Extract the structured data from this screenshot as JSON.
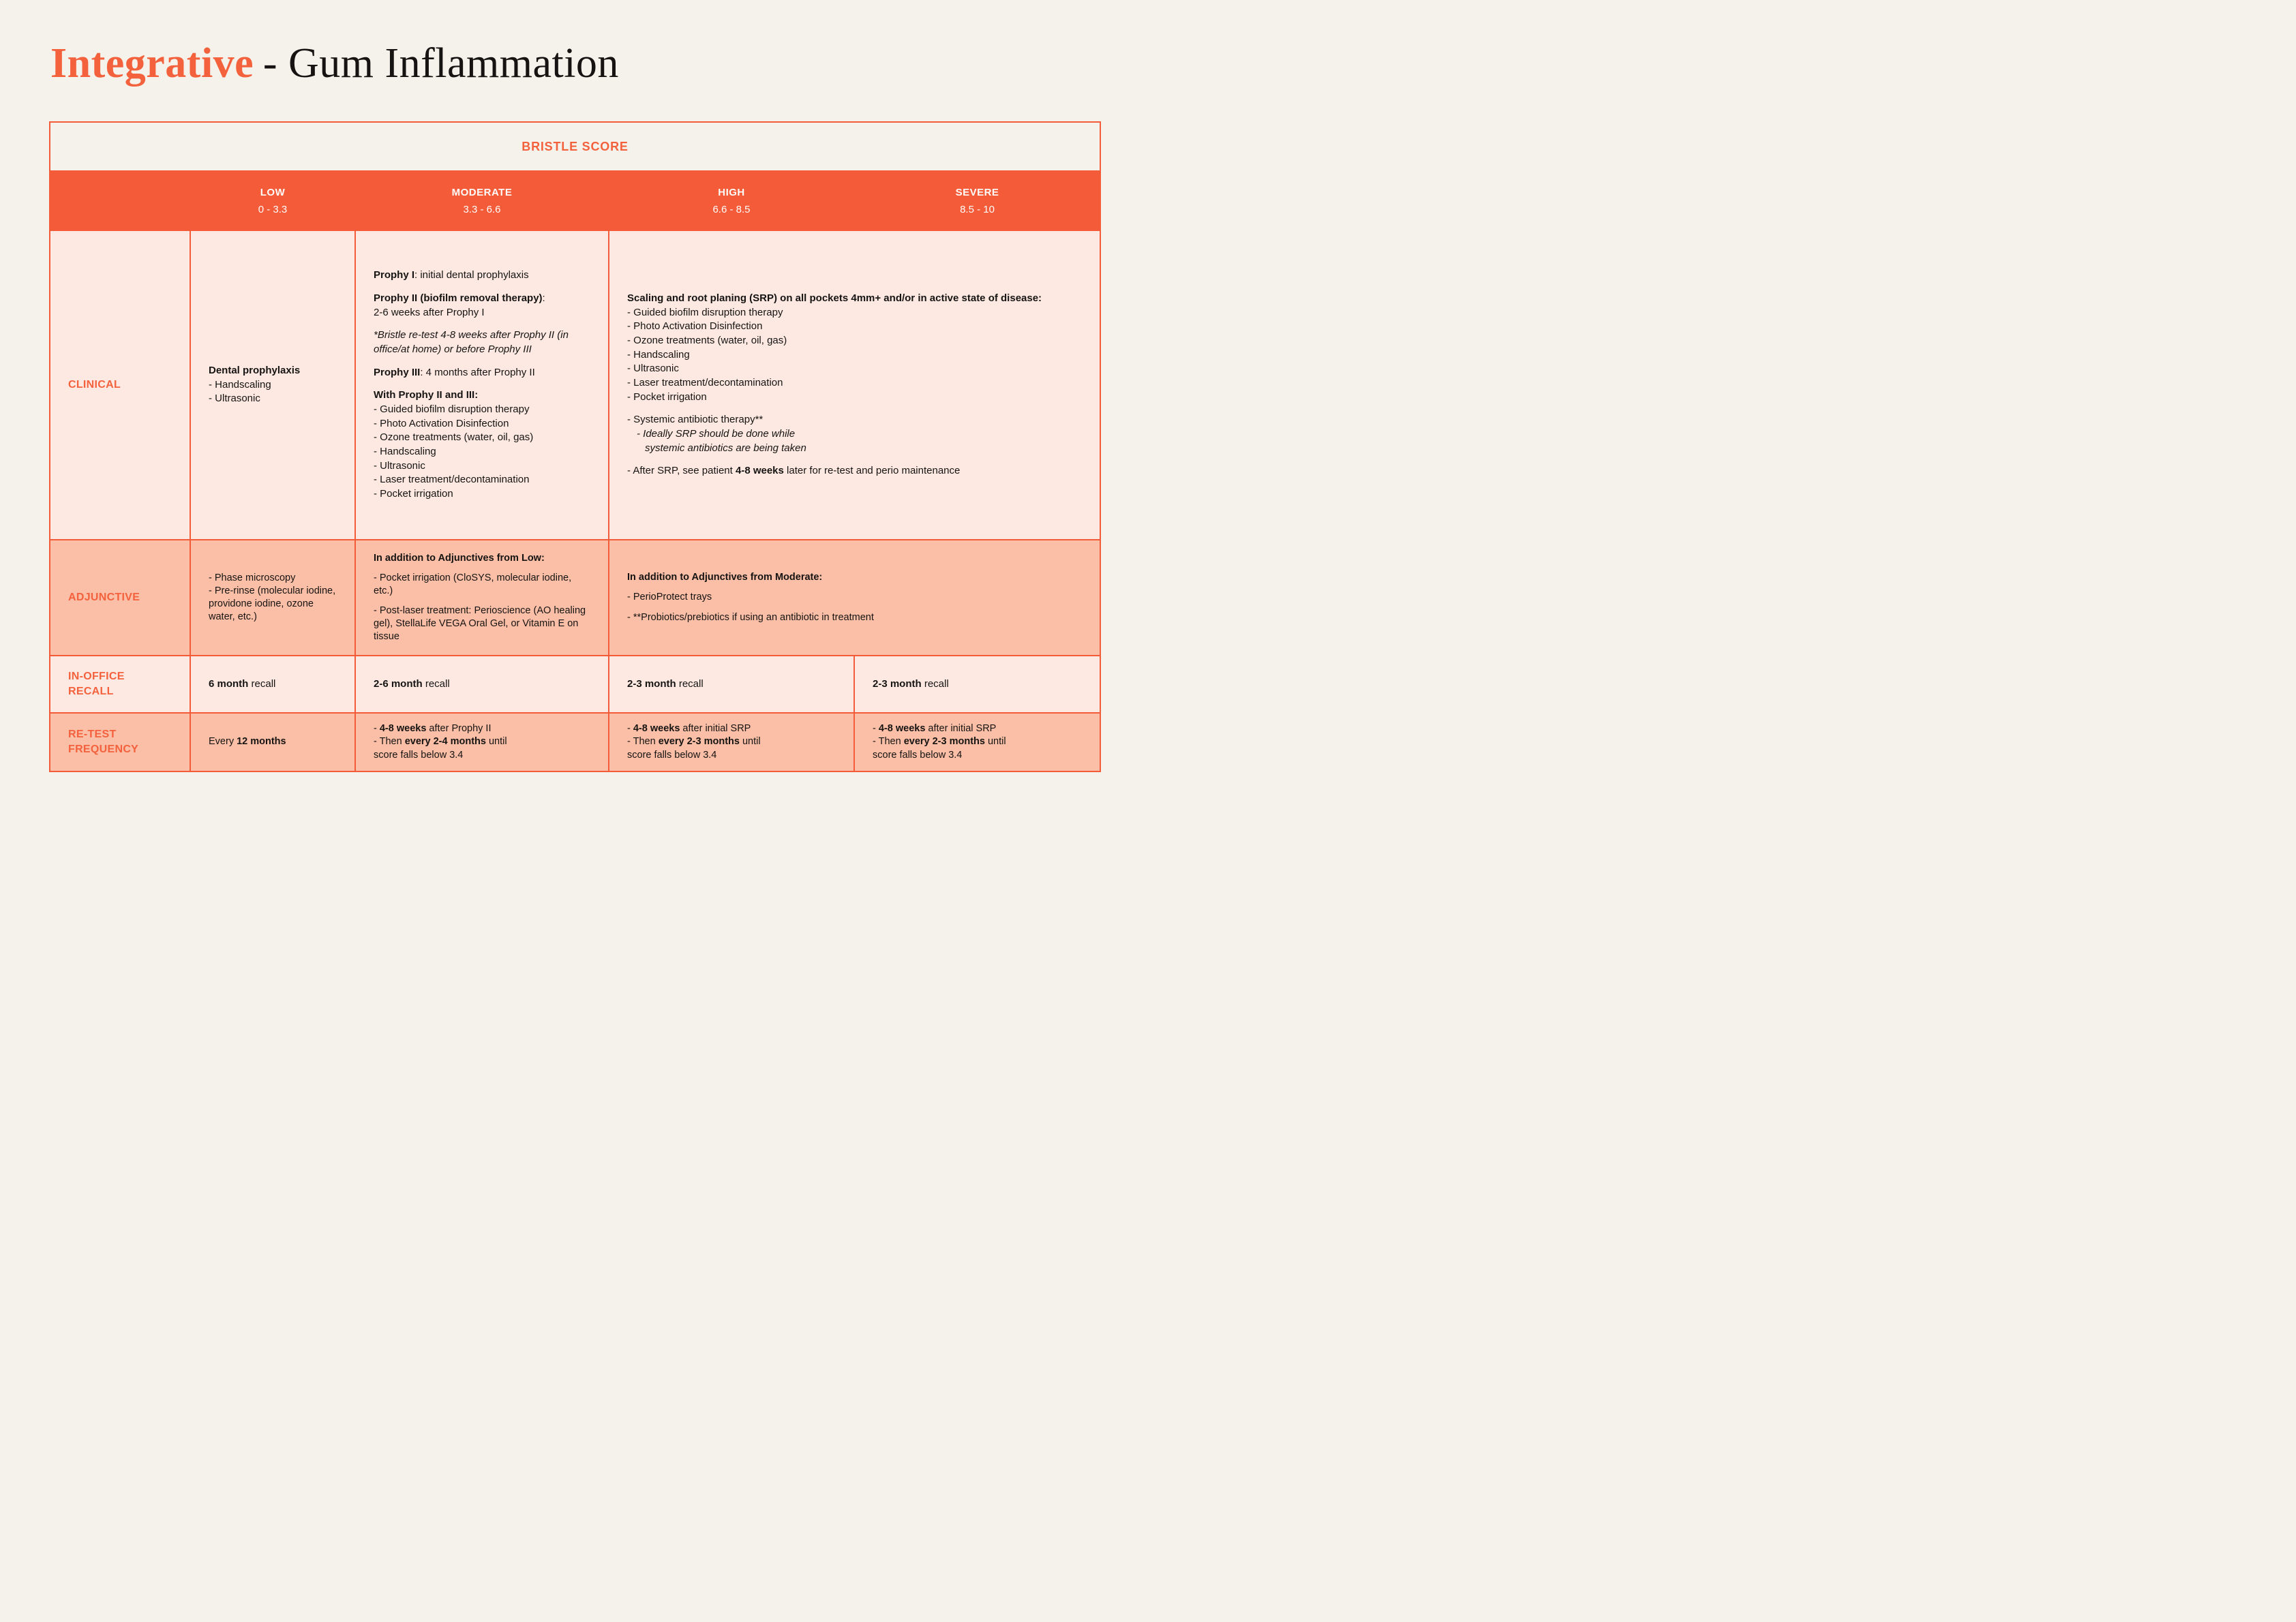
{
  "title": {
    "accent": "Integrative",
    "main": "- Gum Inflammation"
  },
  "colors": {
    "accent_orange": "#F45B38",
    "label_orange": "#F4613D",
    "cream_background": "#F4F2EA",
    "light_pink_row": "#FDE9E2",
    "salmon_row": "#FBBEA6",
    "header_text": "#FFFDFB",
    "body_text": "#161412"
  },
  "table": {
    "header": "BRISTLE SCORE",
    "columns": [
      {
        "label": "LOW",
        "range": "0 - 3.3"
      },
      {
        "label": "MODERATE",
        "range": "3.3 - 6.6"
      },
      {
        "label": "HIGH",
        "range": "6.6 - 8.5"
      },
      {
        "label": "SEVERE",
        "range": "8.5 - 10"
      }
    ],
    "rows": {
      "clinical": {
        "label": "CLINICAL"
      },
      "adjunctive": {
        "label": "ADJUNCTIVE"
      },
      "recall": {
        "label": "IN-OFFICE RECALL"
      },
      "retest": {
        "label": "RE-TEST FREQUENCY"
      }
    }
  },
  "cells": {
    "clinical_low": {
      "blocks": [
        {
          "lines": [
            {
              "s": [
                [
                  "Dental prophylaxis",
                  "b"
                ]
              ]
            },
            {
              "s": [
                [
                  "- Handscaling",
                  ""
                ]
              ]
            },
            {
              "s": [
                [
                  "- Ultrasonic",
                  ""
                ]
              ]
            }
          ]
        }
      ]
    },
    "clinical_moderate": {
      "blocks": [
        {
          "lines": [
            {
              "s": [
                [
                  "Prophy I",
                  "b"
                ],
                [
                  ": initial dental prophylaxis",
                  ""
                ]
              ]
            }
          ]
        },
        {
          "lines": [
            {
              "s": [
                [
                  "Prophy II (biofilm removal therapy)",
                  "b"
                ],
                [
                  ":",
                  ""
                ]
              ]
            },
            {
              "s": [
                [
                  "2-6 weeks after Prophy I",
                  ""
                ]
              ]
            }
          ]
        },
        {
          "lines": [
            {
              "s": [
                [
                  "*Bristle re-test 4-8 weeks after Prophy II (in office/at home) or before Prophy III",
                  "i"
                ]
              ]
            }
          ]
        },
        {
          "lines": [
            {
              "s": [
                [
                  "Prophy III",
                  "b"
                ],
                [
                  ": 4 months after Prophy II",
                  ""
                ]
              ]
            }
          ]
        },
        {
          "lines": [
            {
              "s": [
                [
                  "With Prophy II and III:",
                  "b"
                ]
              ]
            },
            {
              "s": [
                [
                  "- Guided biofilm disruption therapy",
                  ""
                ]
              ]
            },
            {
              "s": [
                [
                  "- Photo Activation Disinfection",
                  ""
                ]
              ]
            },
            {
              "s": [
                [
                  "- Ozone treatments (water, oil, gas)",
                  ""
                ]
              ]
            },
            {
              "s": [
                [
                  "- Handscaling",
                  ""
                ]
              ]
            },
            {
              "s": [
                [
                  "- Ultrasonic",
                  ""
                ]
              ]
            },
            {
              "s": [
                [
                  "- Laser treatment/decontamination",
                  ""
                ]
              ]
            },
            {
              "s": [
                [
                  "- Pocket irrigation",
                  ""
                ]
              ]
            }
          ]
        }
      ]
    },
    "clinical_high_severe": {
      "blocks": [
        {
          "lines": [
            {
              "s": [
                [
                  "Scaling and root planing (SRP) on all pockets 4mm+ and/or in active state of disease:",
                  "b"
                ]
              ]
            },
            {
              "s": [
                [
                  "- Guided biofilm disruption therapy",
                  ""
                ]
              ]
            },
            {
              "s": [
                [
                  "- Photo Activation Disinfection",
                  ""
                ]
              ]
            },
            {
              "s": [
                [
                  "- Ozone treatments (water, oil, gas)",
                  ""
                ]
              ]
            },
            {
              "s": [
                [
                  "- Handscaling",
                  ""
                ]
              ]
            },
            {
              "s": [
                [
                  "- Ultrasonic",
                  ""
                ]
              ]
            },
            {
              "s": [
                [
                  "- Laser treatment/decontamination",
                  ""
                ]
              ]
            },
            {
              "s": [
                [
                  "- Pocket irrigation",
                  ""
                ]
              ]
            }
          ]
        },
        {
          "lines": [
            {
              "s": [
                [
                  "- Systemic antibiotic therapy**",
                  ""
                ]
              ]
            },
            {
              "ind": 1,
              "s": [
                [
                  "- Ideally SRP should be done while",
                  "i"
                ]
              ]
            },
            {
              "ind": 2,
              "s": [
                [
                  "systemic antibiotics are being taken",
                  "i"
                ]
              ]
            }
          ]
        },
        {
          "lines": [
            {
              "s": [
                [
                  "- After SRP, see patient ",
                  ""
                ],
                [
                  "4-8 weeks",
                  "b"
                ],
                [
                  " later for re-test and perio maintenance",
                  ""
                ]
              ]
            }
          ]
        }
      ]
    },
    "adjunctive_low": {
      "blocks": [
        {
          "lines": [
            {
              "s": [
                [
                  "- Phase microscopy",
                  ""
                ]
              ]
            },
            {
              "s": [
                [
                  "- Pre-rinse (molecular iodine, providone iodine, ozone water, etc.)",
                  ""
                ]
              ]
            }
          ]
        }
      ]
    },
    "adjunctive_moderate": {
      "blocks": [
        {
          "lines": [
            {
              "s": [
                [
                  "In addition to Adjunctives from Low:",
                  "b"
                ]
              ]
            }
          ]
        },
        {
          "lines": [
            {
              "s": [
                [
                  "- Pocket irrigation (CloSYS, molecular iodine, etc.)",
                  ""
                ]
              ]
            }
          ]
        },
        {
          "lines": [
            {
              "s": [
                [
                  "- Post-laser treatment: Perioscience (AO healing gel), StellaLife VEGA Oral Gel, or Vitamin E on tissue",
                  ""
                ]
              ]
            }
          ]
        }
      ]
    },
    "adjunctive_high_severe": {
      "blocks": [
        {
          "lines": [
            {
              "s": [
                [
                  "In addition to Adjunctives from Moderate:",
                  "b"
                ]
              ]
            }
          ]
        },
        {
          "lines": [
            {
              "s": [
                [
                  "- PerioProtect trays",
                  ""
                ]
              ]
            }
          ]
        },
        {
          "lines": [
            {
              "s": [
                [
                  "- **Probiotics/prebiotics if using an antibiotic in treatment",
                  ""
                ]
              ]
            }
          ]
        }
      ]
    },
    "recall_low": {
      "blocks": [
        {
          "lines": [
            {
              "s": [
                [
                  "6 month",
                  "b"
                ],
                [
                  " recall",
                  ""
                ]
              ]
            }
          ]
        }
      ]
    },
    "recall_moderate": {
      "blocks": [
        {
          "lines": [
            {
              "s": [
                [
                  "2-6 month",
                  "b"
                ],
                [
                  " recall",
                  ""
                ]
              ]
            }
          ]
        }
      ]
    },
    "recall_high": {
      "blocks": [
        {
          "lines": [
            {
              "s": [
                [
                  "2-3 month",
                  "b"
                ],
                [
                  " recall",
                  ""
                ]
              ]
            }
          ]
        }
      ]
    },
    "recall_severe": {
      "blocks": [
        {
          "lines": [
            {
              "s": [
                [
                  "2-3 month",
                  "b"
                ],
                [
                  " recall",
                  ""
                ]
              ]
            }
          ]
        }
      ]
    },
    "retest_low": {
      "blocks": [
        {
          "lines": [
            {
              "s": [
                [
                  "Every ",
                  ""
                ],
                [
                  "12 months",
                  "b"
                ]
              ]
            }
          ]
        }
      ]
    },
    "retest_moderate": {
      "blocks": [
        {
          "lines": [
            {
              "s": [
                [
                  "- ",
                  ""
                ],
                [
                  "4-8 weeks",
                  "b"
                ],
                [
                  " after Prophy II",
                  ""
                ]
              ]
            },
            {
              "s": [
                [
                  "- Then ",
                  ""
                ],
                [
                  "every 2-4 months",
                  "b"
                ],
                [
                  " until",
                  ""
                ]
              ]
            },
            {
              "s": [
                [
                  "score falls below 3.4",
                  ""
                ]
              ]
            }
          ]
        }
      ]
    },
    "retest_high": {
      "blocks": [
        {
          "lines": [
            {
              "s": [
                [
                  "- ",
                  ""
                ],
                [
                  "4-8 weeks",
                  "b"
                ],
                [
                  " after initial SRP",
                  ""
                ]
              ]
            },
            {
              "s": [
                [
                  "- Then ",
                  ""
                ],
                [
                  "every 2-3 months",
                  "b"
                ],
                [
                  " until",
                  ""
                ]
              ]
            },
            {
              "s": [
                [
                  "score falls below 3.4",
                  ""
                ]
              ]
            }
          ]
        }
      ]
    },
    "retest_severe": {
      "blocks": [
        {
          "lines": [
            {
              "s": [
                [
                  "- ",
                  ""
                ],
                [
                  "4-8 weeks",
                  "b"
                ],
                [
                  " after initial SRP",
                  ""
                ]
              ]
            },
            {
              "s": [
                [
                  "- Then ",
                  ""
                ],
                [
                  "every 2-3 months",
                  "b"
                ],
                [
                  " until",
                  ""
                ]
              ]
            },
            {
              "s": [
                [
                  "score falls below 3.4",
                  ""
                ]
              ]
            }
          ]
        }
      ]
    }
  }
}
